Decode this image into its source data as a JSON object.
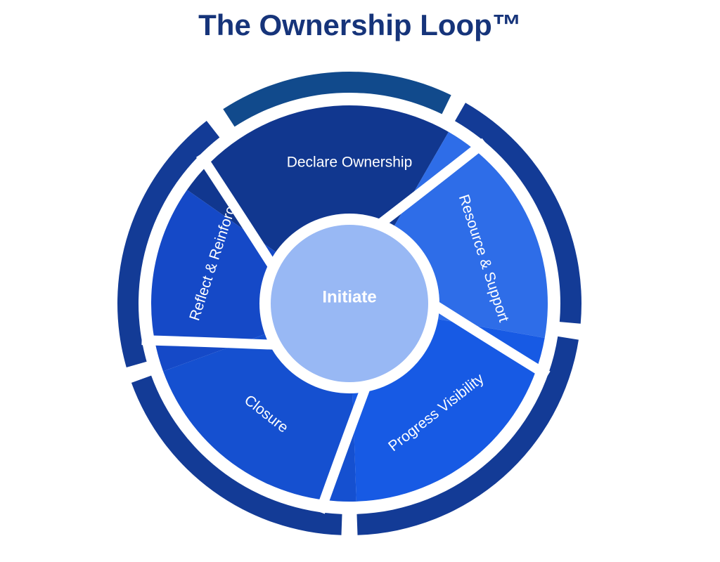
{
  "title": "The Ownership Loop™",
  "center": {
    "label": "Initiate"
  },
  "segments": [
    {
      "label": "Declare Ownership",
      "fill": "#11378f"
    },
    {
      "label": "Resource & Support",
      "fill": "#2e6de8"
    },
    {
      "label": "Progress Visibility",
      "fill": "#175ae4"
    },
    {
      "label": "Closure",
      "fill": "#1550d0"
    },
    {
      "label": "Reflect & Reinforce",
      "fill": "#1549c7"
    }
  ],
  "colors": {
    "title": "#16347a",
    "outer_ring": "#133b96",
    "outer_ring_accent": "#114a8c",
    "center_fill": "#98b8f4",
    "segment_text": "#ffffff",
    "separator": "#ffffff"
  }
}
